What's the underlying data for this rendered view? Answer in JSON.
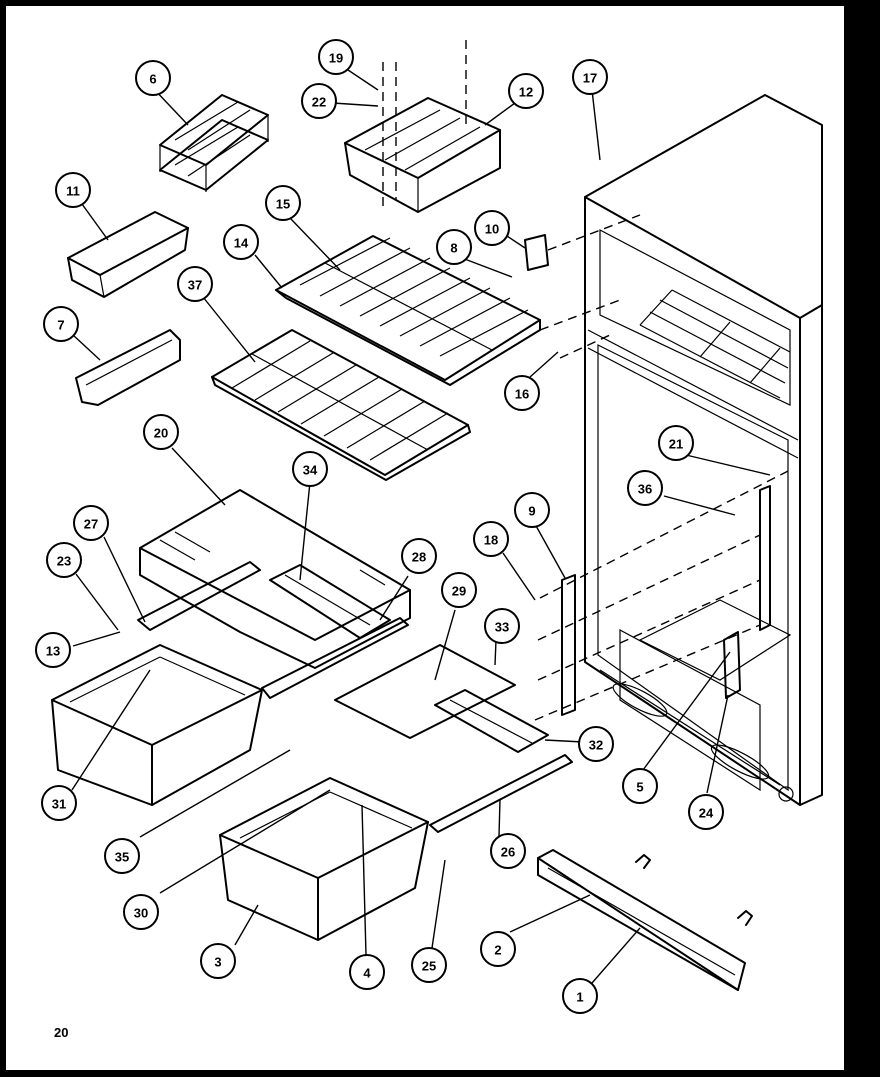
{
  "page_number": "20",
  "callouts": [
    {
      "label": "6"
    },
    {
      "label": "19"
    },
    {
      "label": "22"
    },
    {
      "label": "12"
    },
    {
      "label": "17"
    },
    {
      "label": "11"
    },
    {
      "label": "15"
    },
    {
      "label": "10"
    },
    {
      "label": "8"
    },
    {
      "label": "14"
    },
    {
      "label": "37"
    },
    {
      "label": "7"
    },
    {
      "label": "16"
    },
    {
      "label": "20"
    },
    {
      "label": "21"
    },
    {
      "label": "34"
    },
    {
      "label": "36"
    },
    {
      "label": "27"
    },
    {
      "label": "9"
    },
    {
      "label": "18"
    },
    {
      "label": "23"
    },
    {
      "label": "28"
    },
    {
      "label": "29"
    },
    {
      "label": "33"
    },
    {
      "label": "13"
    },
    {
      "label": "32"
    },
    {
      "label": "31"
    },
    {
      "label": "5"
    },
    {
      "label": "24"
    },
    {
      "label": "35"
    },
    {
      "label": "26"
    },
    {
      "label": "30"
    },
    {
      "label": "2"
    },
    {
      "label": "3"
    },
    {
      "label": "4"
    },
    {
      "label": "25"
    },
    {
      "label": "1"
    }
  ]
}
